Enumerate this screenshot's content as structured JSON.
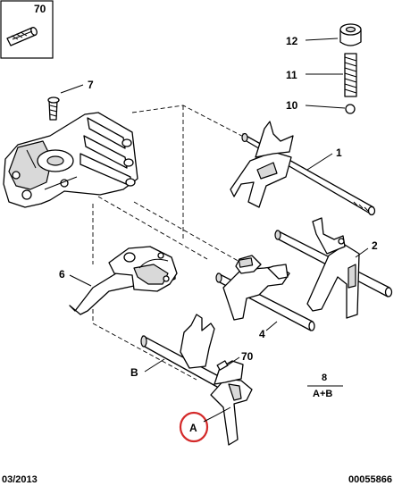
{
  "diagram": {
    "inset_callout": "70",
    "callouts": {
      "c12": "12",
      "c11": "11",
      "c10": "10",
      "c7": "7",
      "c1": "1",
      "c2": "2",
      "c6": "6",
      "c4": "4",
      "cB": "B",
      "c70": "70",
      "cA": "A"
    },
    "ref_box": {
      "top": "8",
      "bottom": "A+B"
    },
    "footer": {
      "date": "03/2013",
      "ref_number": "00055866"
    },
    "colors": {
      "highlight_circle": "#d42a2a",
      "line": "#000000",
      "shade": "#d9d9d9"
    }
  }
}
